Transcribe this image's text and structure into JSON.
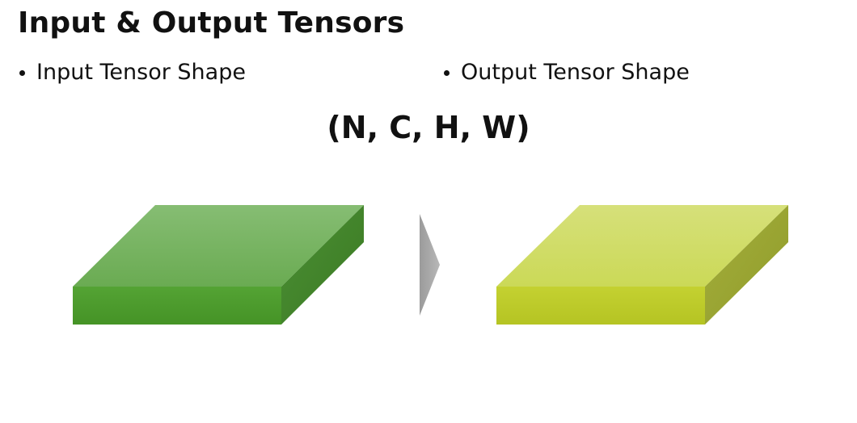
{
  "slide": {
    "title": "Input & Output Tensors",
    "bullets": {
      "input": "Input Tensor Shape",
      "output": "Output Tensor Shape"
    },
    "tensor_shape": "(N, C, H, W)"
  },
  "diagram": {
    "input_tensor": {
      "icon": "green-slab-icon",
      "colors": {
        "top": "#7cb66a",
        "front": "#4a9a2a",
        "side": "#3f8228"
      }
    },
    "arrow": {
      "icon": "chevron-right-icon",
      "color": "#a8a8a8"
    },
    "output_tensor": {
      "icon": "lime-slab-icon",
      "colors": {
        "top": "#d3df6c",
        "front": "#bccb2b",
        "side": "#9aa632"
      }
    }
  }
}
